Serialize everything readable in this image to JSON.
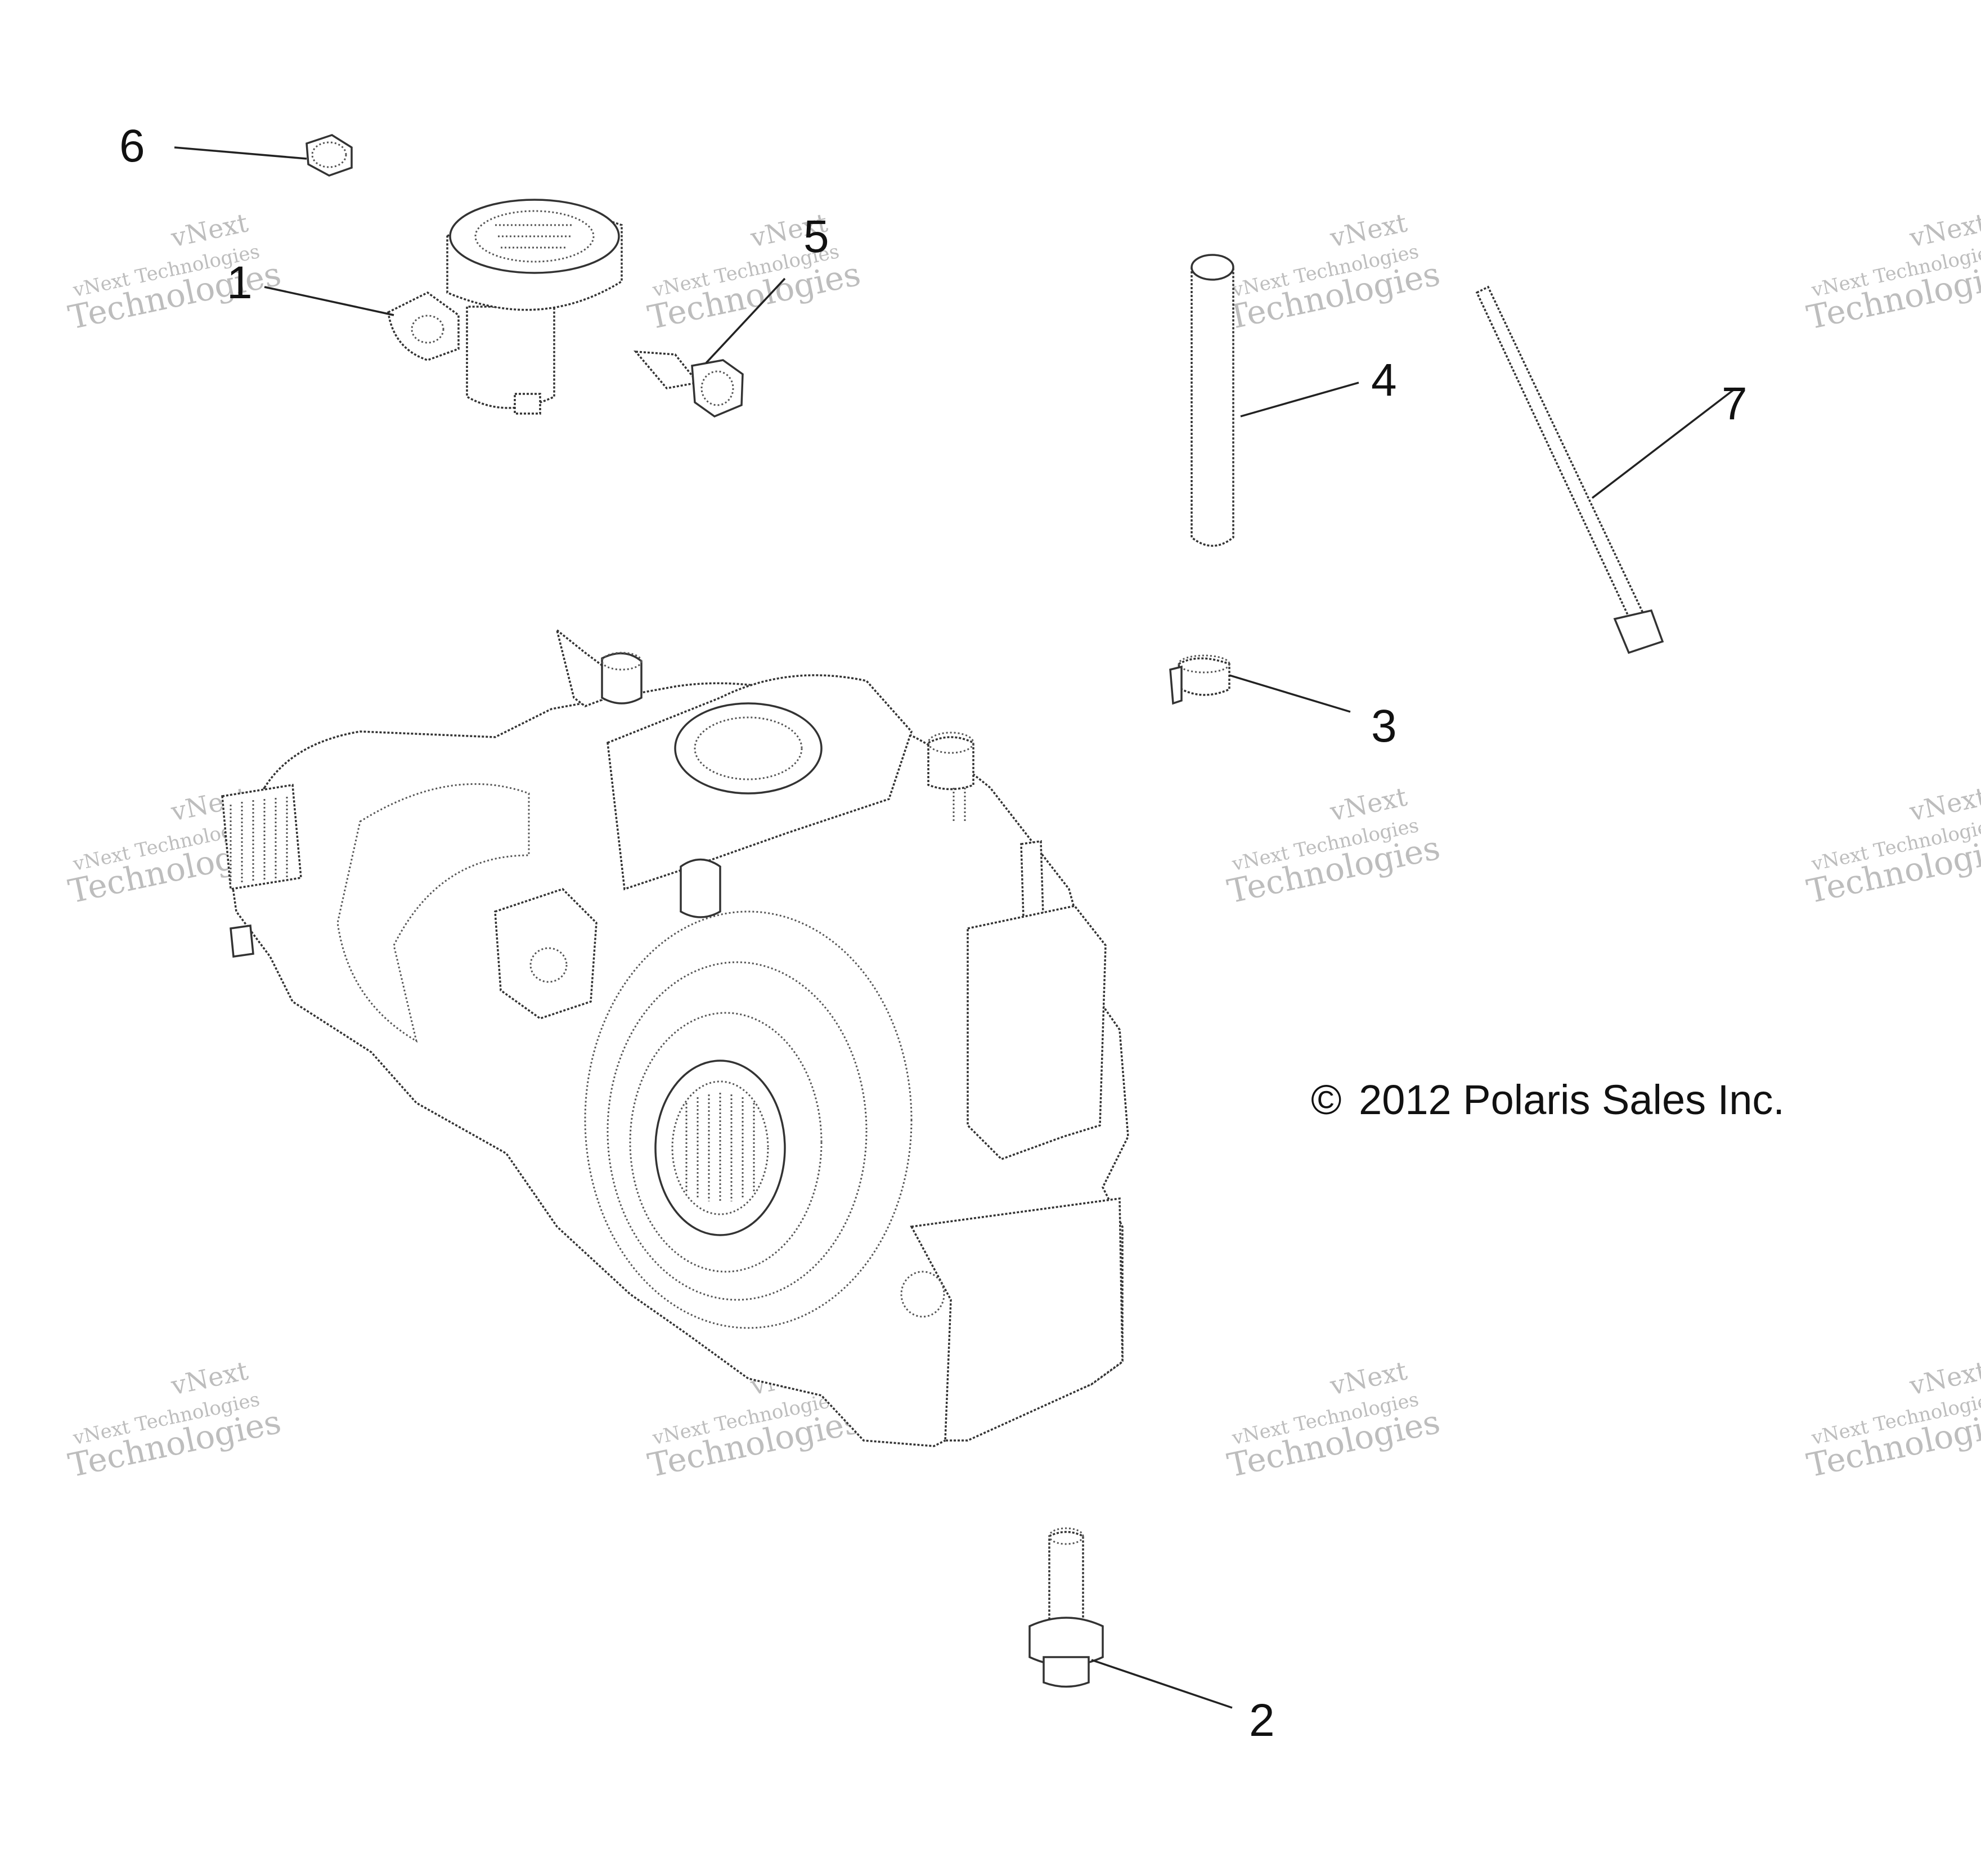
{
  "copyright": {
    "symbol": "©",
    "text": "2012 Polaris Sales Inc."
  },
  "callouts": [
    {
      "id": "1",
      "label": "1"
    },
    {
      "id": "2",
      "label": "2"
    },
    {
      "id": "3",
      "label": "3"
    },
    {
      "id": "4",
      "label": "4"
    },
    {
      "id": "5",
      "label": "5"
    },
    {
      "id": "6",
      "label": "6"
    },
    {
      "id": "7",
      "label": "7"
    }
  ],
  "watermark": {
    "line1": "vNext",
    "line2": "vNext Technologies",
    "line3": "Technologies"
  }
}
